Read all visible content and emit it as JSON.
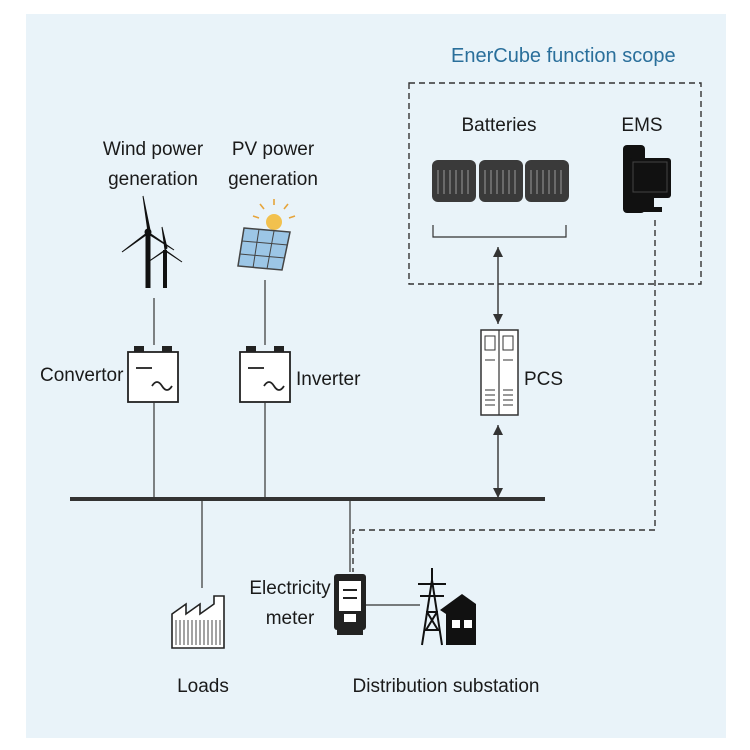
{
  "diagram": {
    "scope_title": "EnerCube function scope",
    "wind": {
      "line1": "Wind power",
      "line2": "generation"
    },
    "pv": {
      "line1": "PV power",
      "line2": "generation"
    },
    "batteries": "Batteries",
    "ems": "EMS",
    "convertor": "Convertor",
    "inverter": "Inverter",
    "pcs": "PCS",
    "meter": {
      "line1": "Electricity",
      "line2": "meter"
    },
    "loads": "Loads",
    "substation": "Distribution substation"
  },
  "colors": {
    "background": "#e9f3f9",
    "frame": "#ffffff",
    "line": "#2b2b2b",
    "scope_title": "#2a6f9b",
    "panel_blue": "#9cc6e6"
  }
}
